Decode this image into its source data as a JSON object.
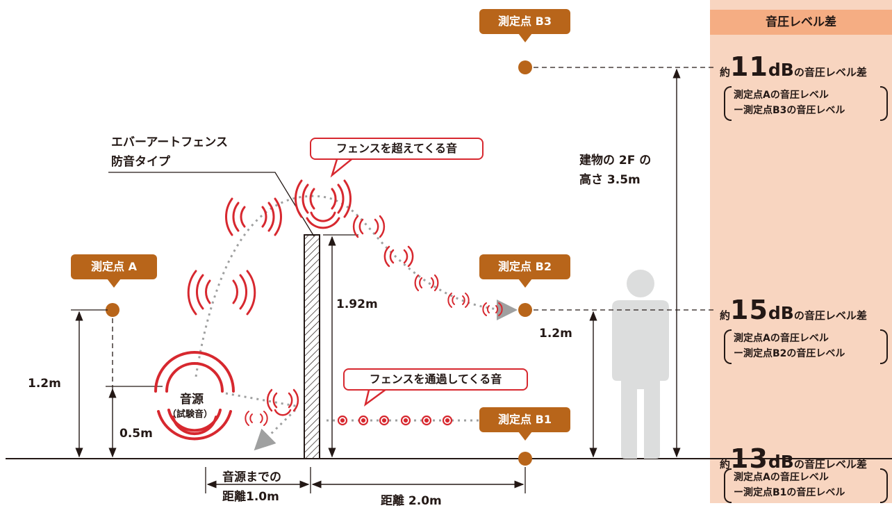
{
  "panel": {
    "title": "音圧レベル差"
  },
  "results": [
    {
      "prefix": "約",
      "value": "11",
      "unit": "dB",
      "suffix": "の音圧レベル差",
      "line1": "測定点Aの音圧レベル",
      "line2": "ー測定点B3の音圧レベル"
    },
    {
      "prefix": "約",
      "value": "15",
      "unit": "dB",
      "suffix": "の音圧レベル差",
      "line1": "測定点Aの音圧レベル",
      "line2": "ー測定点B2の音圧レベル"
    },
    {
      "prefix": "約",
      "value": "13",
      "unit": "dB",
      "suffix": "の音圧レベル差",
      "line1": "測定点Aの音圧レベル",
      "line2": "ー測定点B1の音圧レベル"
    }
  ],
  "points": {
    "a": "測定点 A",
    "b1": "測定点 B1",
    "b2": "測定点 B2",
    "b3": "測定点 B3"
  },
  "bubbles": {
    "over": "フェンスを超えてくる音",
    "through": "フェンスを通過してくる音"
  },
  "fence_label": {
    "line1": "エバーアートフェンス",
    "line2": "防音タイプ"
  },
  "source": {
    "line1": "音源",
    "line2": "（試験音）"
  },
  "dimensions": {
    "point_a_height": "1.2m",
    "source_height": "0.5m",
    "fence_height": "1.92m",
    "point_b2_height": "1.2m",
    "building_line1": "建物の 2F の",
    "building_line2": "高さ 3.5m",
    "source_distance_line1": "音源までの",
    "source_distance_line2": "距離1.0m",
    "point_distance": "距離 2.0m"
  },
  "colors": {
    "accent_orange": "#b8651a",
    "sound_red": "#d7282f",
    "panel_bg": "#f8d5c0",
    "panel_head": "#f5ad83",
    "person_gray": "#dcdddd"
  }
}
